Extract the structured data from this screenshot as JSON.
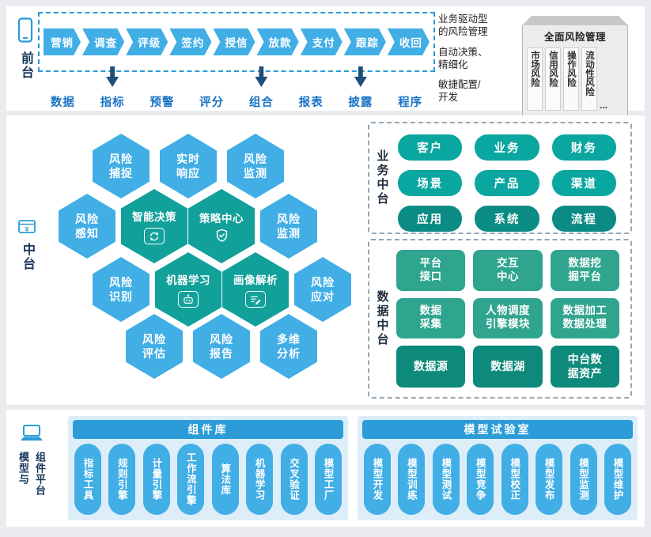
{
  "colors": {
    "accent_blue": "#41aee6",
    "header_blue": "#2b9cd8",
    "navy": "#1f4e79",
    "link_blue": "#1a73c4",
    "hex_teal": "#12a09a",
    "pill_teal": "#0aa6a0",
    "pill_teal_dark": "#0a8b84",
    "block_green": "#2fa48e",
    "block_green_dark": "#0d8a7b"
  },
  "front": {
    "section_label": "前台",
    "section_icon": "phone-icon",
    "arrows": [
      "营销",
      "调查",
      "评级",
      "签约",
      "授信",
      "放款",
      "支付",
      "跟踪",
      "收回"
    ],
    "sub_items": [
      {
        "label": "数据",
        "down_arrow": false
      },
      {
        "label": "指标",
        "down_arrow": true
      },
      {
        "label": "预警",
        "down_arrow": false
      },
      {
        "label": "评分",
        "down_arrow": false
      },
      {
        "label": "组合",
        "down_arrow": true
      },
      {
        "label": "报表",
        "down_arrow": false
      },
      {
        "label": "披露",
        "down_arrow": true
      },
      {
        "label": "程序",
        "down_arrow": false
      }
    ],
    "notes": [
      {
        "l1": "业务驱动型",
        "l2": "的风险管理"
      },
      {
        "l1": "自动决策、",
        "l2": "精细化"
      },
      {
        "l1": "敏捷配置/",
        "l2": "开发"
      }
    ],
    "risk_box": {
      "title": "全面风险管理",
      "items": [
        "市场风险",
        "信用风险",
        "操作风险",
        "流动性风险"
      ],
      "more": "..."
    }
  },
  "middle": {
    "section_label": "中台",
    "section_icon": "yuan-window-icon",
    "hex_blue": [
      {
        "l1": "风险",
        "l2": "捕捉"
      },
      {
        "l1": "实时",
        "l2": "响应"
      },
      {
        "l1": "风险",
        "l2": "监测"
      },
      {
        "l1": "风险",
        "l2": "感知"
      },
      {
        "l1": "风险",
        "l2": "监测"
      },
      {
        "l1": "风险",
        "l2": "识别"
      },
      {
        "l1": "风险",
        "l2": "应对"
      },
      {
        "l1": "风险",
        "l2": "评估"
      },
      {
        "l1": "风险",
        "l2": "报告"
      },
      {
        "l1": "多维",
        "l2": "分析"
      }
    ],
    "hex_teal": [
      {
        "label": "智能决策",
        "icon": "sync-icon"
      },
      {
        "label": "策略中心",
        "icon": "shield-icon"
      },
      {
        "label": "机器学习",
        "icon": "robot-icon"
      },
      {
        "label": "画像解析",
        "icon": "pen-doc-icon"
      }
    ],
    "business": {
      "label": "业务中台",
      "pills": [
        "客户",
        "业务",
        "财务",
        "场景",
        "产品",
        "渠道",
        "应用",
        "系统",
        "流程"
      ]
    },
    "data": {
      "label": "数据中台",
      "blocks": [
        {
          "l1": "平台",
          "l2": "接口"
        },
        {
          "l1": "交互",
          "l2": "中心"
        },
        {
          "l1": "数据挖",
          "l2": "掘平台"
        },
        {
          "l1": "数据",
          "l2": "采集"
        },
        {
          "l1": "人物调度",
          "l2": "引擎模块"
        },
        {
          "l1": "数据加工",
          "l2": "数据处理"
        },
        {
          "l1": "数据源"
        },
        {
          "l1": "数据湖"
        },
        {
          "l1": "中台数",
          "l2": "据资产"
        }
      ]
    }
  },
  "bottom": {
    "section_label_col1": "模型与",
    "section_label_col2": "组件平台",
    "section_icon": "laptop-icon",
    "component_lib": {
      "title": "组件库",
      "items": [
        "指标工具",
        "规则引擎",
        "计量引擎",
        "工作流引擎",
        "算法库",
        "机器学习",
        "交叉验证",
        "模型工厂"
      ]
    },
    "model_lab": {
      "title": "模型试验室",
      "items": [
        "模型开发",
        "模型训练",
        "模型测试",
        "模型竞争",
        "模型校正",
        "模型发布",
        "模型监测",
        "模型维护"
      ]
    }
  }
}
